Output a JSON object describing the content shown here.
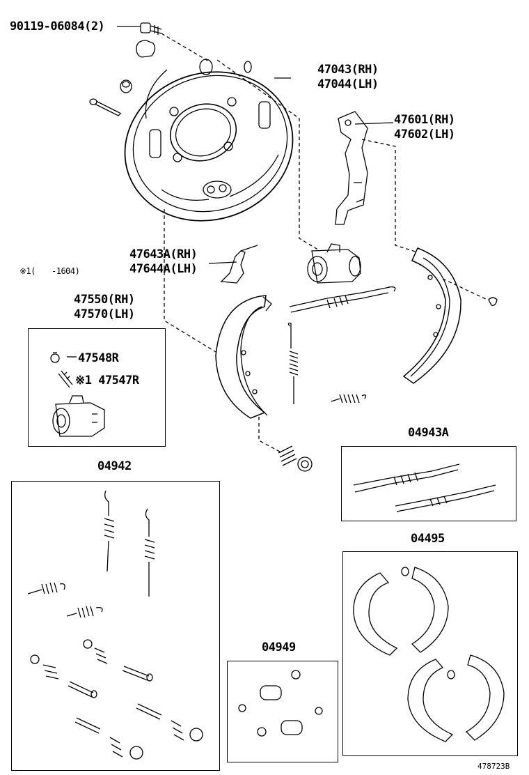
{
  "labels": {
    "bolt": "90119-06084(2)",
    "plate_rh": "47043(RH)",
    "plate_lh": "47044(LH)",
    "lever_rh": "47601(RH)",
    "lever_lh": "47602(LH)",
    "strut_rh": "47643A(RH)",
    "strut_lh": "47644A(LH)",
    "note": "※1(　　-1604)",
    "cylinder_rh": "47550(RH)",
    "cylinder_lh": "47570(LH)",
    "bleeder_plug": "47548R",
    "bleeder_screw": "※1 47547R",
    "adjuster_kit": "04943A",
    "spring_kit": "04942",
    "shoe_kit": "04495",
    "cylinder_kit": "04949",
    "drawing_number": "478723B"
  }
}
